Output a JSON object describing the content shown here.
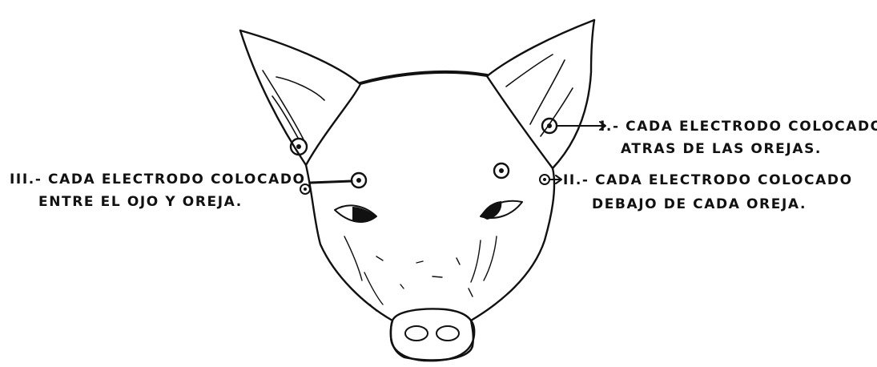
{
  "labels": {
    "i_line1": "I.- CADA ELECTRODO COLOCADO",
    "i_line2": "ATRAS DE LAS OREJAS.",
    "ii_line1": "II.- CADA ELECTRODO COLOCADO",
    "ii_line2": "DEBAJO DE CADA OREJA.",
    "iii_line1": "III.- CADA ELECTRODO COLOCADO",
    "iii_line2": "ENTRE EL OJO Y OREJA."
  },
  "colors": {
    "ink": "#111111",
    "paper": "#ffffff"
  }
}
